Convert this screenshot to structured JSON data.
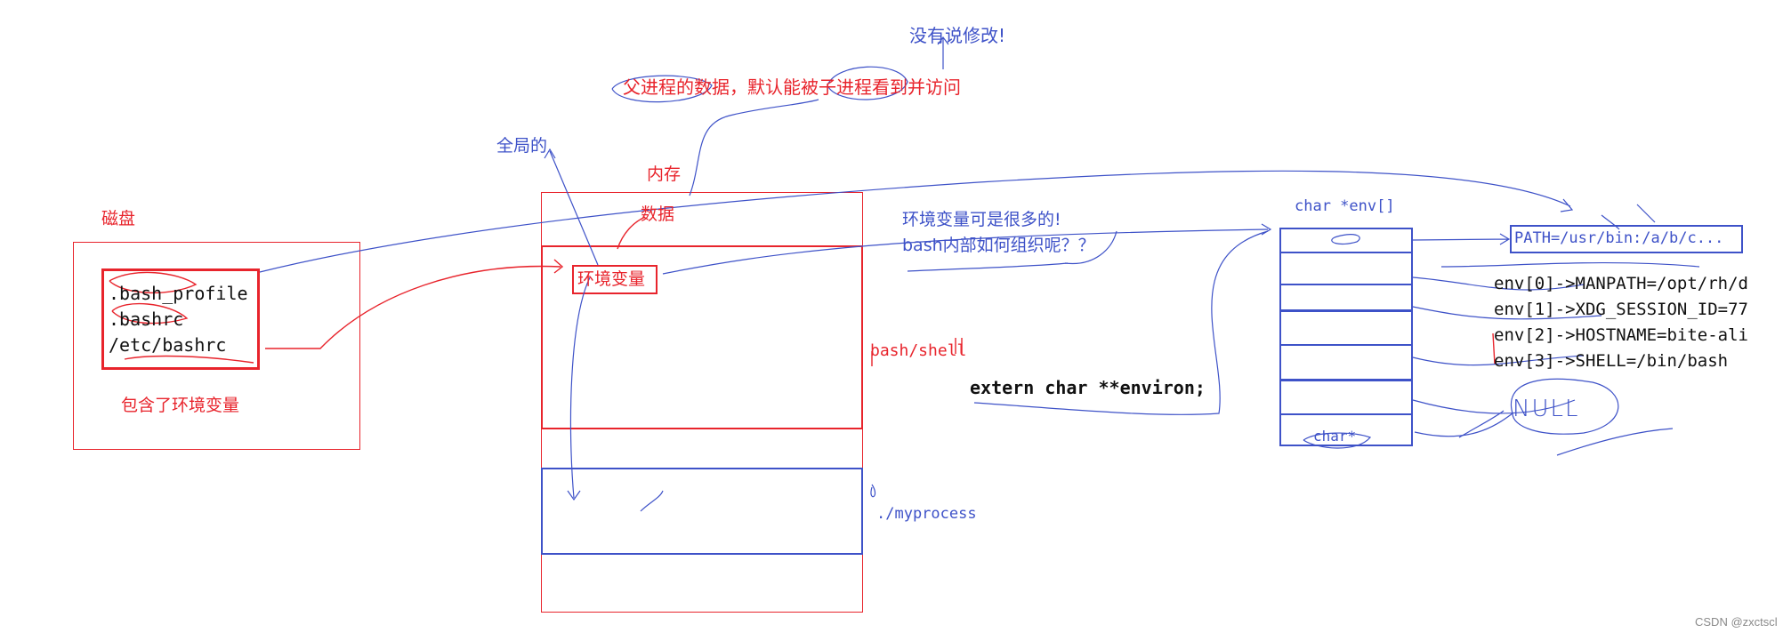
{
  "colors": {
    "red": "#e8242c",
    "blue": "#3e52c8",
    "black": "#111111",
    "watermark": "#8a8a8a"
  },
  "labels": {
    "not_modified": "没有说修改!",
    "parent_data_note": "父进程的数据，默认能被子进程看到并访问",
    "global": "全局的",
    "memory": "内存",
    "data": "数据",
    "disk": "磁盘",
    "env_vars": "环境变量",
    "contains_env_vars": "包含了环境变量",
    "many_env_vars": "环境变量可是很多的!",
    "bash_organize": "bash内部如何组织呢？？",
    "bash_shell": "bash/shell",
    "myprocess": "./myprocess",
    "extern_decl": "extern char **environ;",
    "env_array": "char *env[]",
    "char_ptr": "char*",
    "null": "NULL"
  },
  "config_files": [
    ".bash_profile",
    ".bashrc",
    "/etc/bashrc"
  ],
  "path_value": "PATH=/usr/bin:/a/b/c...",
  "env_entries": [
    "env[0]->MANPATH=/opt/rh/d",
    "env[1]->XDG_SESSION_ID=77",
    "env[2]->HOSTNAME=bite-ali",
    "env[3]->SHELL=/bin/bash"
  ],
  "watermark": "CSDN @zxctscl"
}
